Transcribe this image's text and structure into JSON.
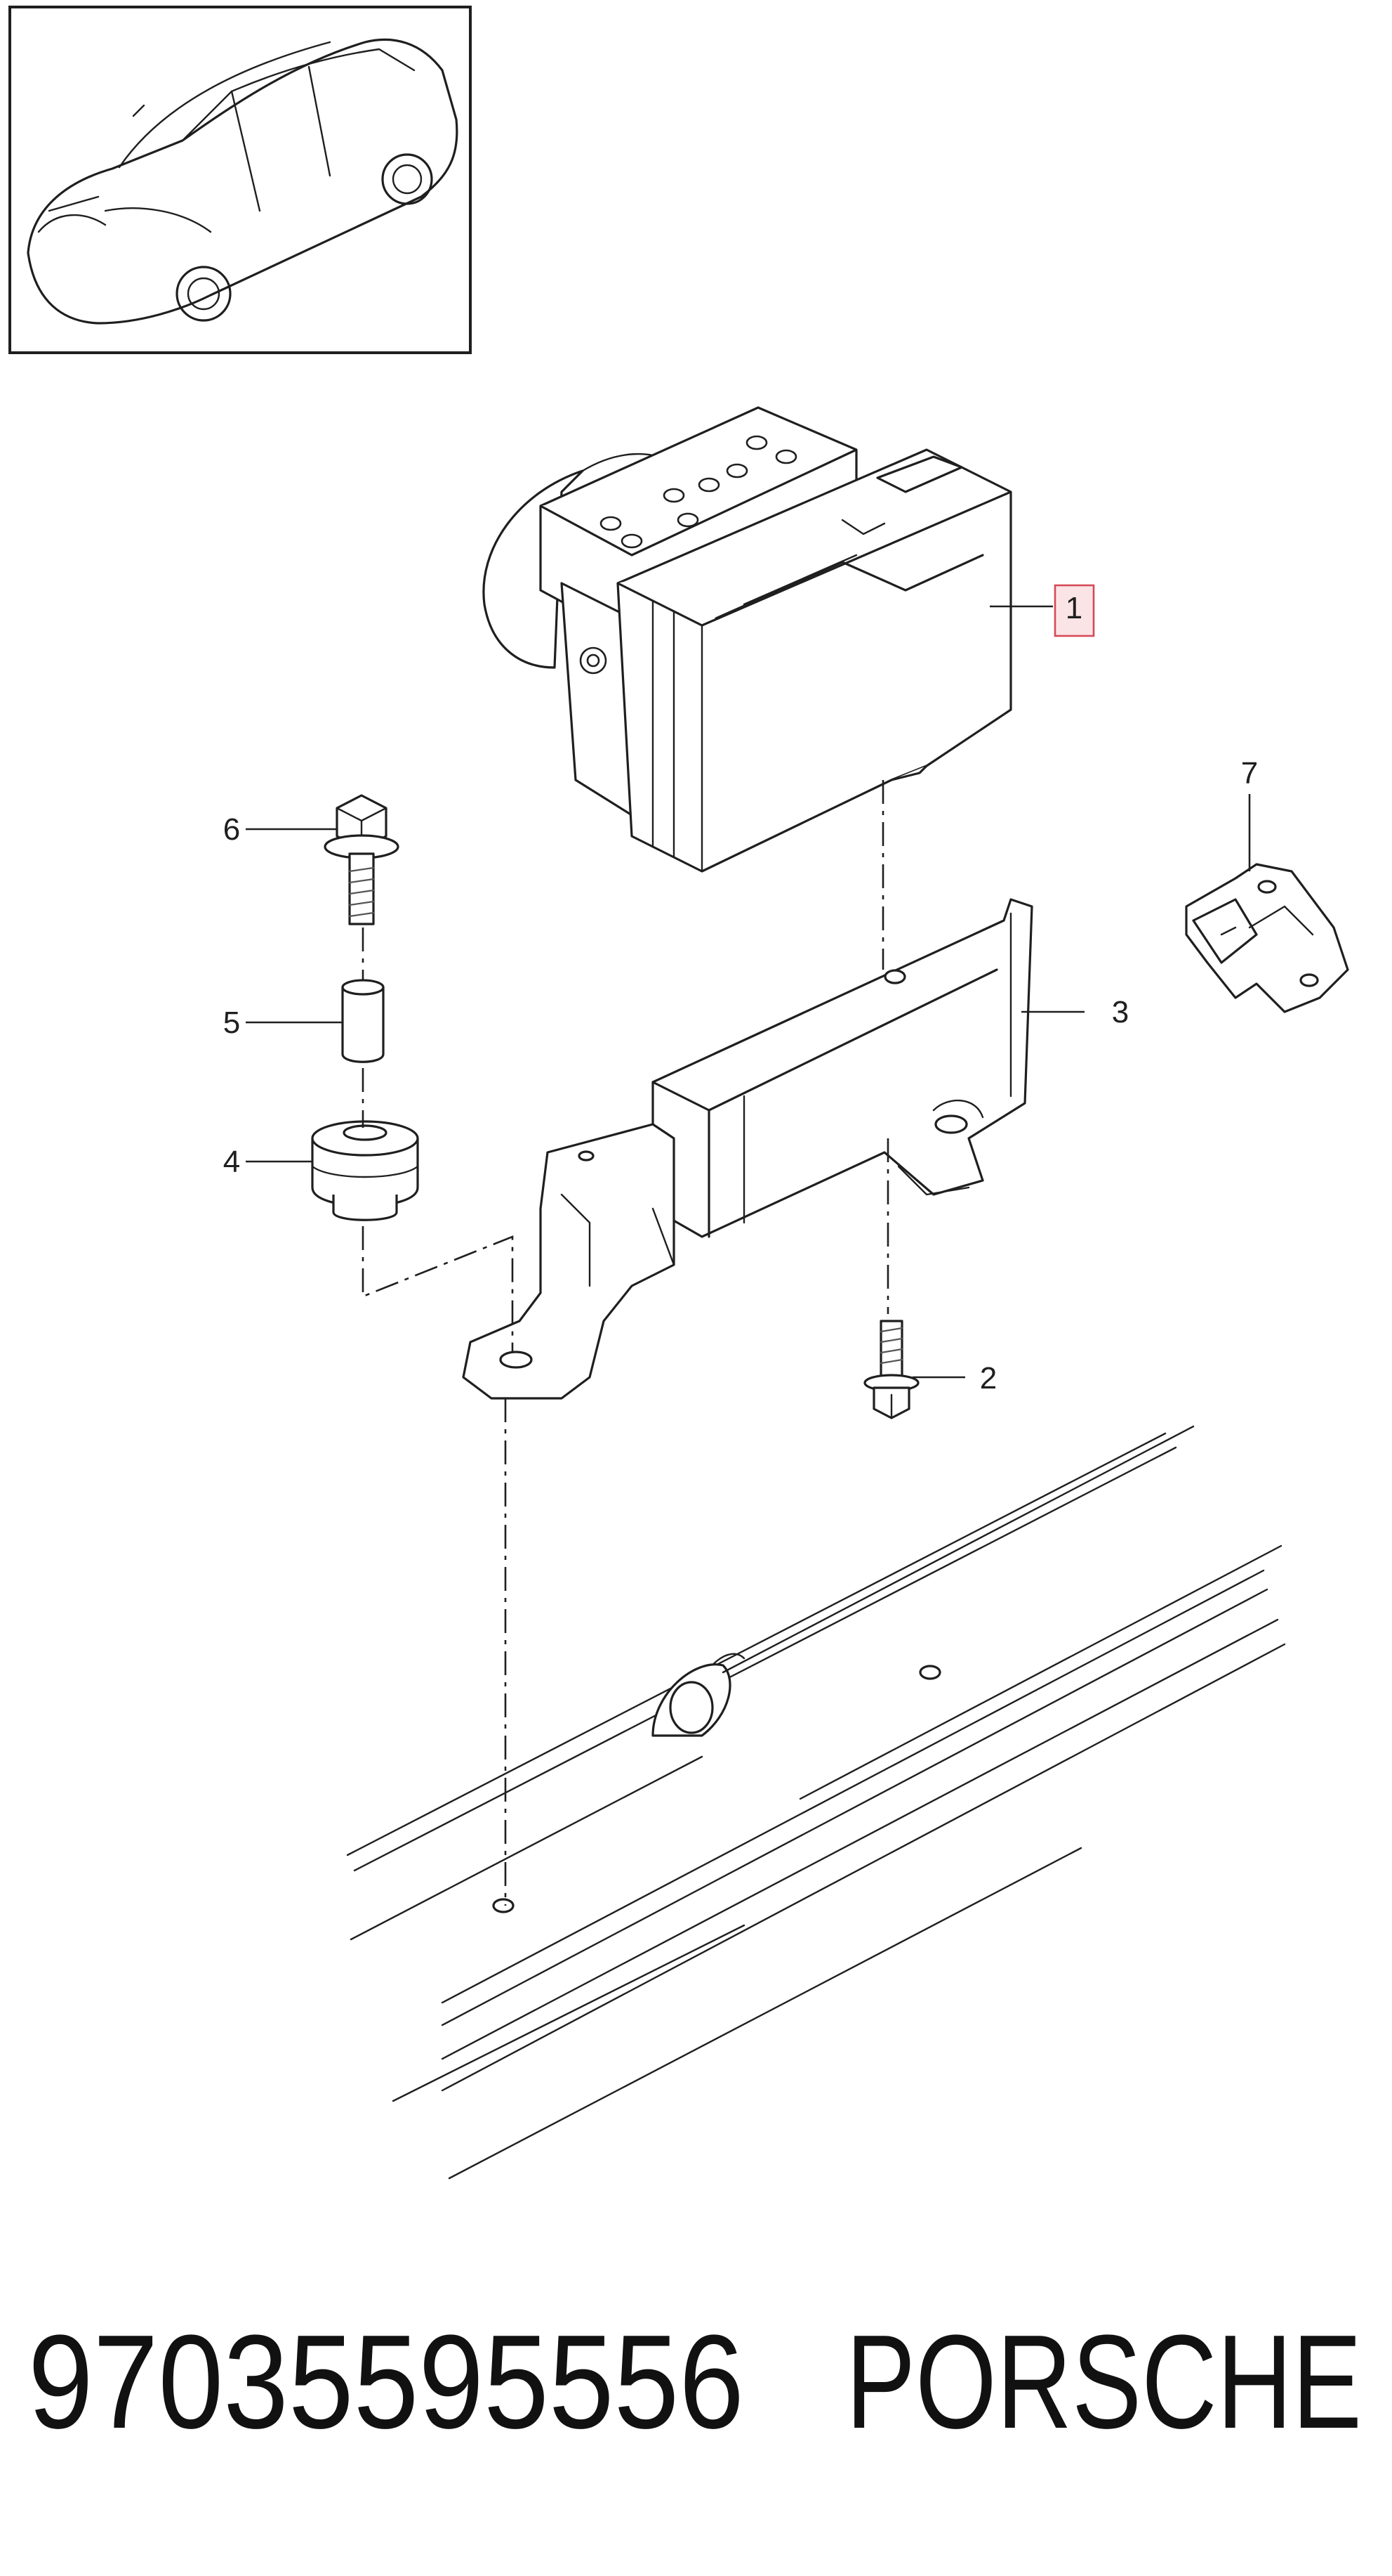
{
  "callouts": [
    {
      "number": "1",
      "highlighted": true
    },
    {
      "number": "2"
    },
    {
      "number": "3"
    },
    {
      "number": "4"
    },
    {
      "number": "5"
    },
    {
      "number": "6"
    },
    {
      "number": "7"
    }
  ],
  "footer": {
    "part_number": "97035595556",
    "brand": "PORSCHE"
  },
  "colors": {
    "line": "#1f1f1f",
    "highlight_fill": "#fbe4e6",
    "highlight_border": "#d44a57"
  }
}
